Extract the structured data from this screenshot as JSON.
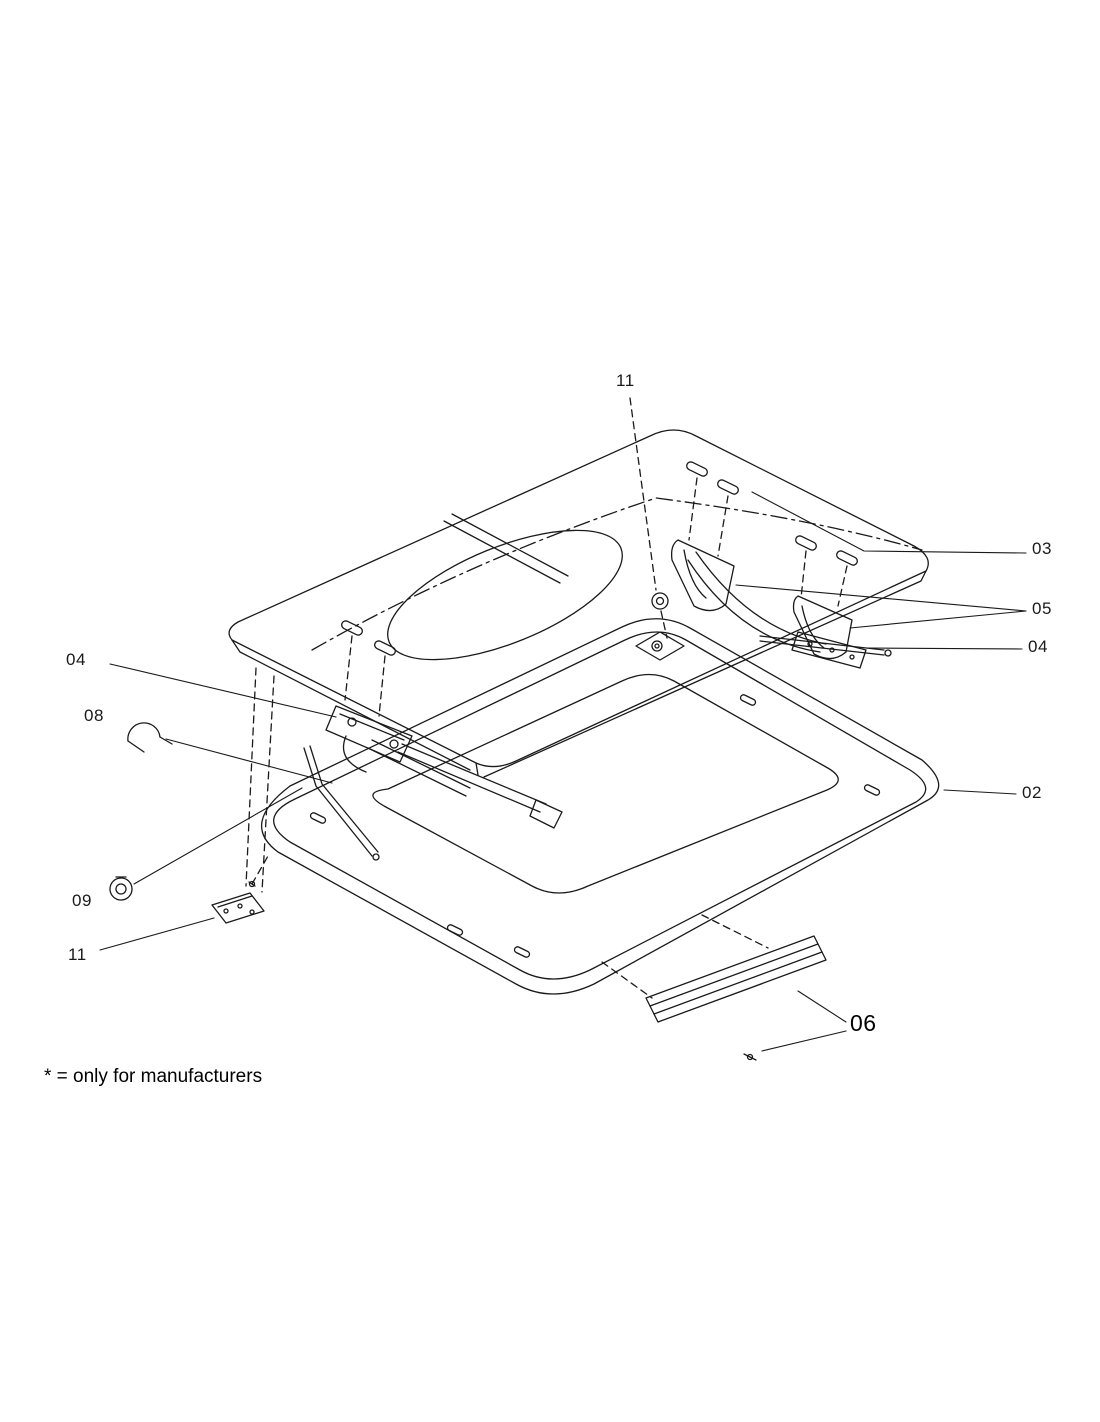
{
  "diagram": {
    "labels": {
      "top_11": "11",
      "right_03": "03",
      "right_05": "05",
      "right_04": "04",
      "right_02": "02",
      "left_04": "04",
      "left_08": "08",
      "left_09": "09",
      "left_11": "11",
      "bottom_06": "06"
    },
    "footnote": "* = only for manufacturers"
  }
}
